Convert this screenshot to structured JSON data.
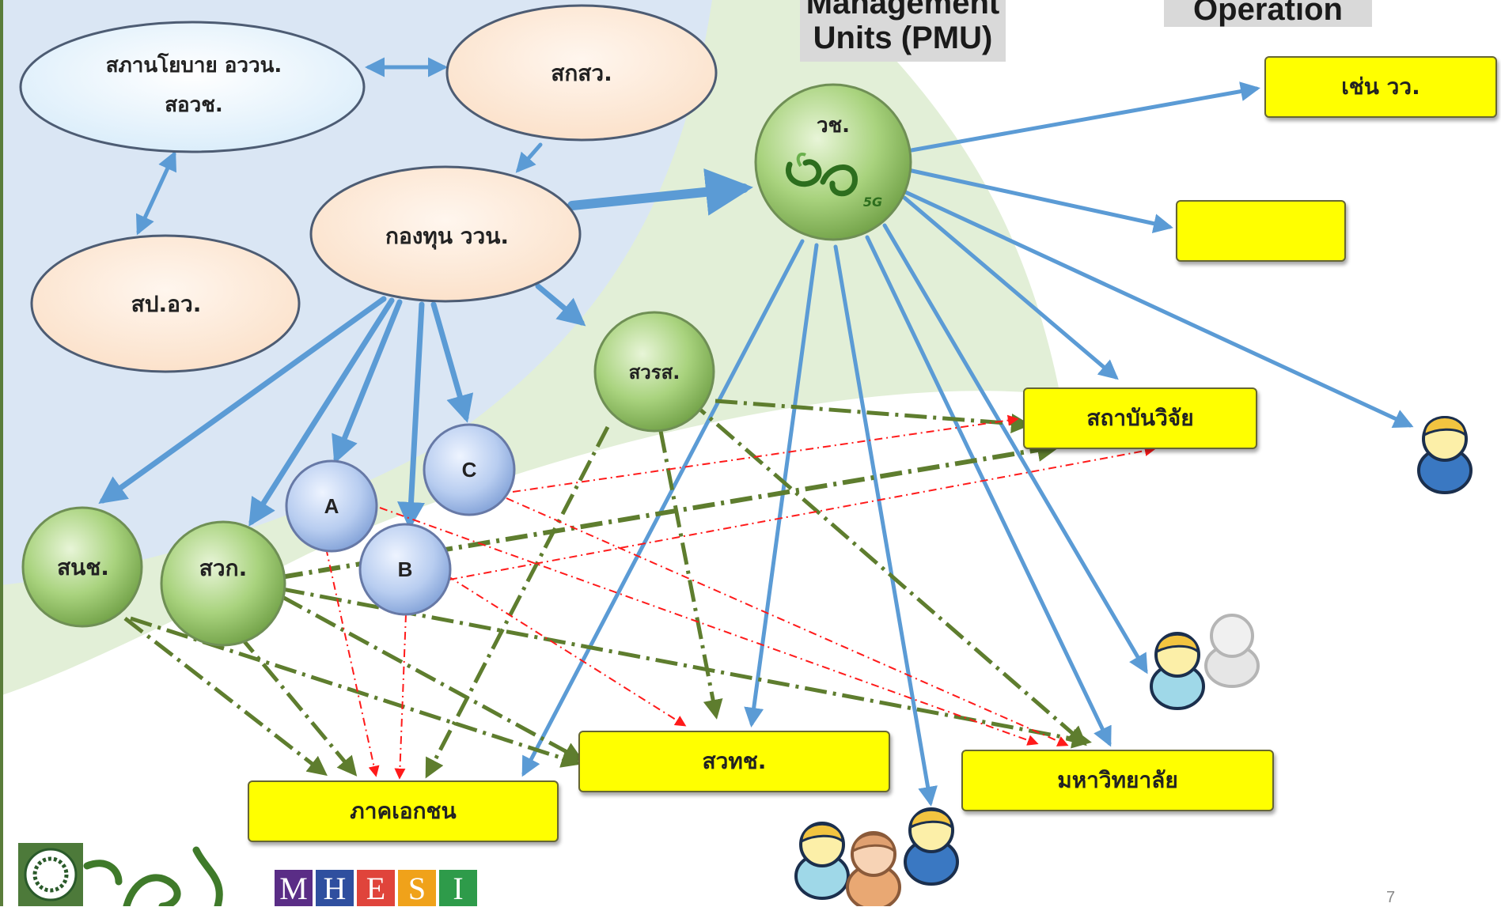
{
  "headers": {
    "pmu": "Management Units (PMU)",
    "operation": "Operation"
  },
  "nodes": {
    "policy_council": "สภานโยบาย อววน. สอวช.",
    "skswo": "สกสว.",
    "fund": "กองทุน ววน.",
    "sp_ow": "สป.อว.",
    "wch": "วช.",
    "wch_logo": "วช 5G",
    "swrs": "สวรส.",
    "snch": "สนช.",
    "swk": "สวก.",
    "a": "A",
    "b": "B",
    "c": "C"
  },
  "boxes": {
    "eg_wor": "เช่น วว.",
    "blank": "",
    "research_inst": "สถาบันวิจัย",
    "swtch": "สวทช.",
    "private": "ภาคเอกชน",
    "university": "มหาวิทยาลัย"
  },
  "footer": {
    "mhesi": [
      "M",
      "H",
      "E",
      "S",
      "I"
    ],
    "page_number": "7"
  },
  "colors": {
    "blue_arrow": "#5b9bd5",
    "green_dashdot": "#5e7d2e",
    "red_dashdot": "#ff1a1a",
    "yellow_box": "#ffff00",
    "mhesi": [
      "#5a2d86",
      "#2f4f9f",
      "#e0443b",
      "#f0a21a",
      "#2e9b4a"
    ]
  }
}
